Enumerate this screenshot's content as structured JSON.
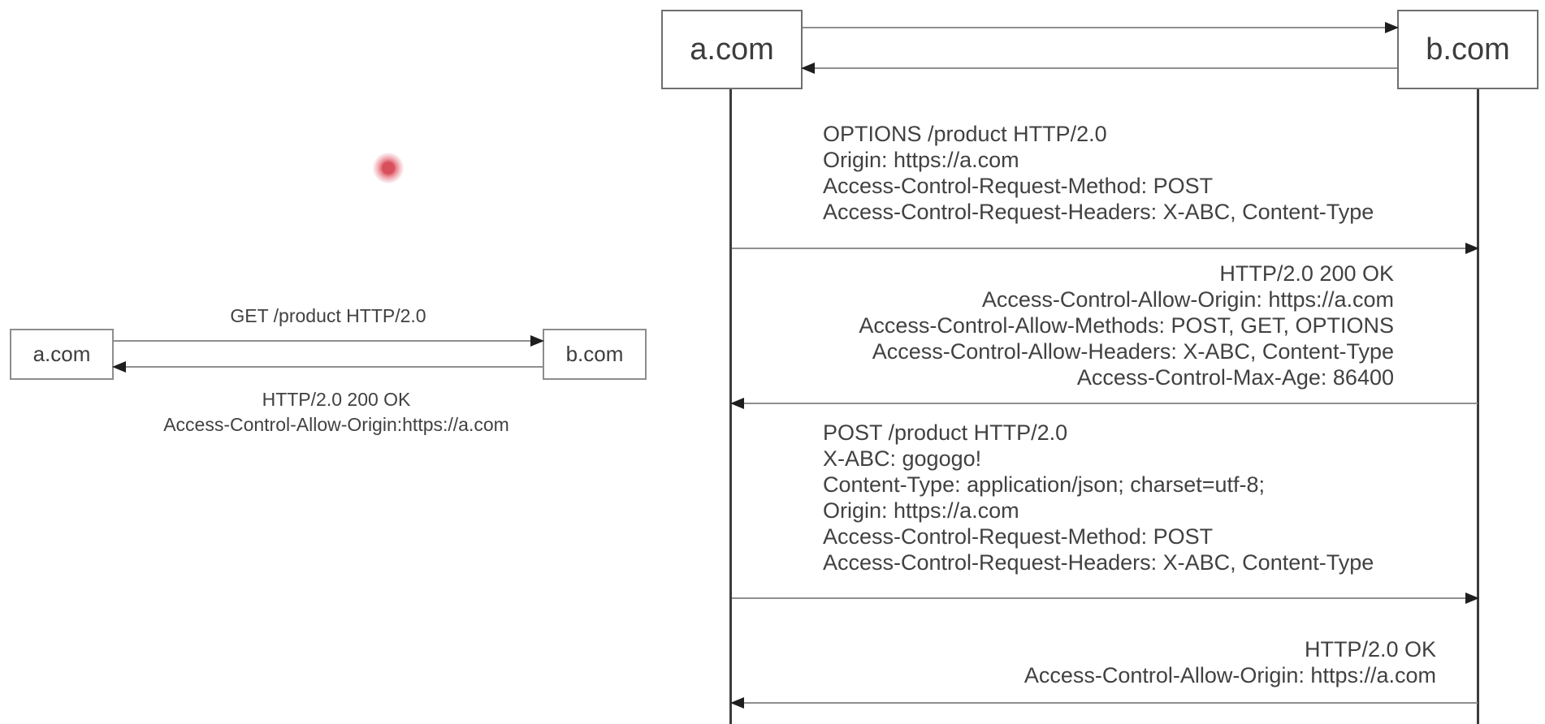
{
  "colors": {
    "background": "#ffffff",
    "text": "#414141",
    "message_line_gray": "#8f8f8f",
    "arrowhead_black": "#1e1e1e",
    "lifeline_dark": "#3c3c3c",
    "box_border_gray": "#6f6f6f",
    "pointer_red_core": "#d84f5b",
    "pointer_red_halo": "#f2b6bd"
  },
  "left_diagram": {
    "actor_a": "a.com",
    "actor_b": "b.com",
    "request_label": "GET /product HTTP/2.0",
    "response_lines": [
      "HTTP/2.0 200 OK",
      "Access-Control-Allow-Origin:https://a.com"
    ]
  },
  "right_diagram": {
    "actor_a": "a.com",
    "actor_b": "b.com",
    "preflight_request_lines": [
      "OPTIONS /product HTTP/2.0",
      "Origin: https://a.com",
      "Access-Control-Request-Method: POST",
      "Access-Control-Request-Headers: X-ABC, Content-Type"
    ],
    "preflight_response_lines": [
      "HTTP/2.0 200 OK",
      "Access-Control-Allow-Origin: https://a.com",
      "Access-Control-Allow-Methods: POST, GET, OPTIONS",
      "Access-Control-Allow-Headers: X-ABC, Content-Type",
      "Access-Control-Max-Age: 86400"
    ],
    "main_request_lines": [
      "POST /product HTTP/2.0",
      "X-ABC: gogogo!",
      "Content-Type: application/json; charset=utf-8;",
      "Origin: https://a.com",
      "Access-Control-Request-Method: POST",
      "Access-Control-Request-Headers: X-ABC, Content-Type"
    ],
    "main_response_lines": [
      "HTTP/2.0 OK",
      "Access-Control-Allow-Origin: https://a.com"
    ]
  }
}
